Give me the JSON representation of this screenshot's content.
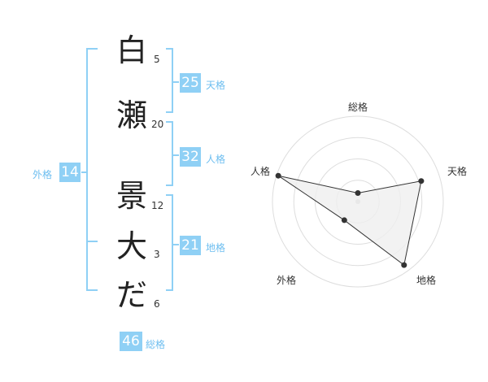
{
  "name_chars": [
    {
      "char": "白",
      "strokes": "5"
    },
    {
      "char": "瀬",
      "strokes": "20"
    },
    {
      "char": "景",
      "strokes": "12"
    },
    {
      "char": "大",
      "strokes": "3"
    },
    {
      "char": "だ",
      "strokes": "6"
    }
  ],
  "fortunes": {
    "tenkaku": {
      "value": "25",
      "label": "天格"
    },
    "jinkaku": {
      "value": "32",
      "label": "人格"
    },
    "chikaku": {
      "value": "21",
      "label": "地格"
    },
    "gaikaku": {
      "value": "14",
      "label": "外格"
    },
    "soukaku": {
      "value": "46",
      "label": "総格"
    }
  },
  "chart_data": {
    "type": "radar",
    "axes": [
      "総格",
      "天格",
      "地格",
      "外格",
      "人格"
    ],
    "values": [
      0.1,
      0.78,
      0.92,
      0.27,
      0.98
    ],
    "max": 1,
    "rings": 4,
    "colors": {
      "fill": "#efefef",
      "line": "#333333",
      "grid": "#dddddd",
      "point": "#333333"
    }
  },
  "colors": {
    "accent": "#8fd0f5",
    "bracket": "#8fd0f5",
    "label": "#6dbef0"
  }
}
